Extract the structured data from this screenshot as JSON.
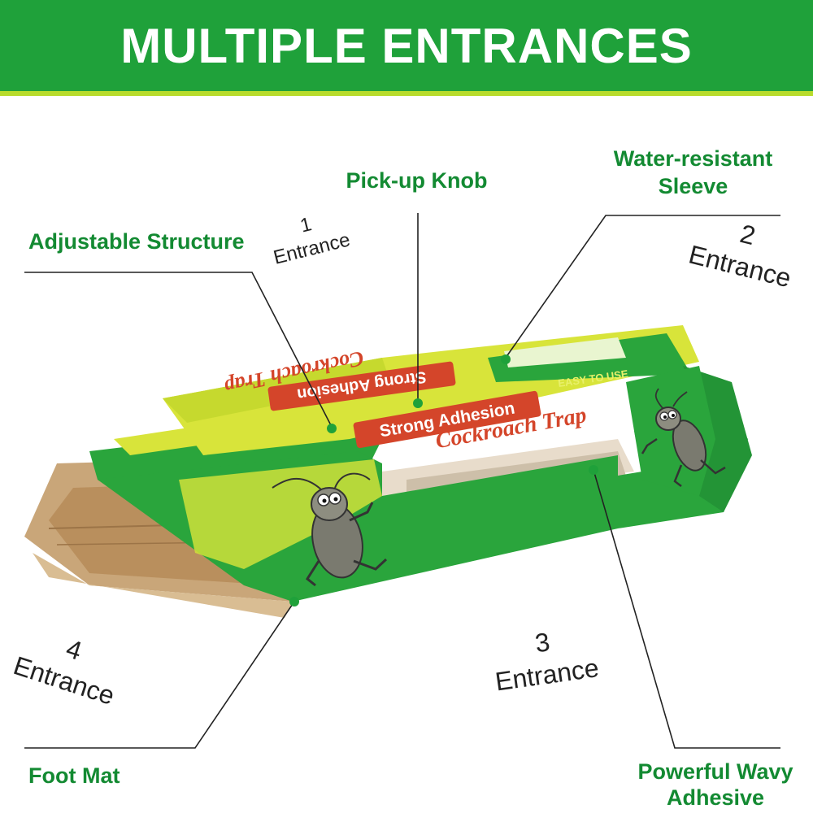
{
  "header": {
    "title": "MULTIPLE ENTRANCES"
  },
  "callouts": {
    "pick_up_knob": "Pick-up Knob",
    "water_resistant_sleeve": [
      "Water-resistant",
      "Sleeve"
    ],
    "adjustable_structure": "Adjustable Structure",
    "foot_mat": "Foot Mat",
    "powerful_wavy_adhesive": [
      "Powerful Wavy",
      "Adhesive"
    ]
  },
  "entrances": [
    {
      "number": "1",
      "label": "Entrance"
    },
    {
      "number": "2",
      "label": "Entrance"
    },
    {
      "number": "3",
      "label": "Entrance"
    },
    {
      "number": "4",
      "label": "Entrance"
    }
  ],
  "product_text": {
    "brand": "Cockroach Trap",
    "badge": "Strong Adhesion",
    "tagline": "EASY TO USE"
  },
  "colors": {
    "banner": "#1fa13a",
    "banner_stripe": "#b8dc2c",
    "label_green": "#138a32",
    "box_green": "#2aa53c",
    "box_yellow": "#d8e43a",
    "badge_red": "#d4452a"
  }
}
